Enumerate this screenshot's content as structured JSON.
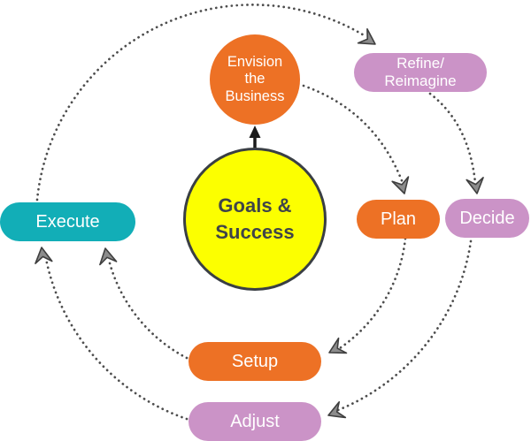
{
  "center": {
    "line1": "Goals &",
    "line2": "Success"
  },
  "nodes": {
    "envision": {
      "line1": "Envision",
      "line2": "the",
      "line3": "Business"
    },
    "refine": {
      "line1": "Refine/",
      "line2": "Reimagine"
    },
    "plan": {
      "label": "Plan"
    },
    "decide": {
      "label": "Decide"
    },
    "execute": {
      "label": "Execute"
    },
    "setup": {
      "label": "Setup"
    },
    "adjust": {
      "label": "Adjust"
    }
  },
  "edges": [
    {
      "from": "Goals & Success",
      "to": "Envision the Business",
      "style": "solid-arrow"
    },
    {
      "from": "Execute",
      "to": "Refine/Reimagine",
      "style": "dotted-arc"
    },
    {
      "from": "Envision the Business",
      "to": "Plan",
      "style": "dotted-arc"
    },
    {
      "from": "Refine/Reimagine",
      "to": "Decide",
      "style": "dotted-arc"
    },
    {
      "from": "Plan",
      "to": "Setup",
      "style": "dotted-arc"
    },
    {
      "from": "Decide",
      "to": "Adjust",
      "style": "dotted-arc"
    },
    {
      "from": "Setup",
      "to": "Execute",
      "style": "dotted-arc"
    },
    {
      "from": "Adjust",
      "to": "Execute",
      "style": "dotted-arc"
    }
  ],
  "colors": {
    "orange": "#ED7125",
    "pink": "#CB93C7",
    "teal": "#12AEB7",
    "yellow": "#FCFF00",
    "center_border": "#3A3F44",
    "center_text": "#3F4449",
    "node_text": "#FFFFFF",
    "dots": "#4D4D4D",
    "arrowhead_fill": "#8C8C8C",
    "arrowhead_stroke": "#3F3F3F",
    "solid_arrow": "#1A1A1A",
    "background": "#FFFFFF"
  }
}
